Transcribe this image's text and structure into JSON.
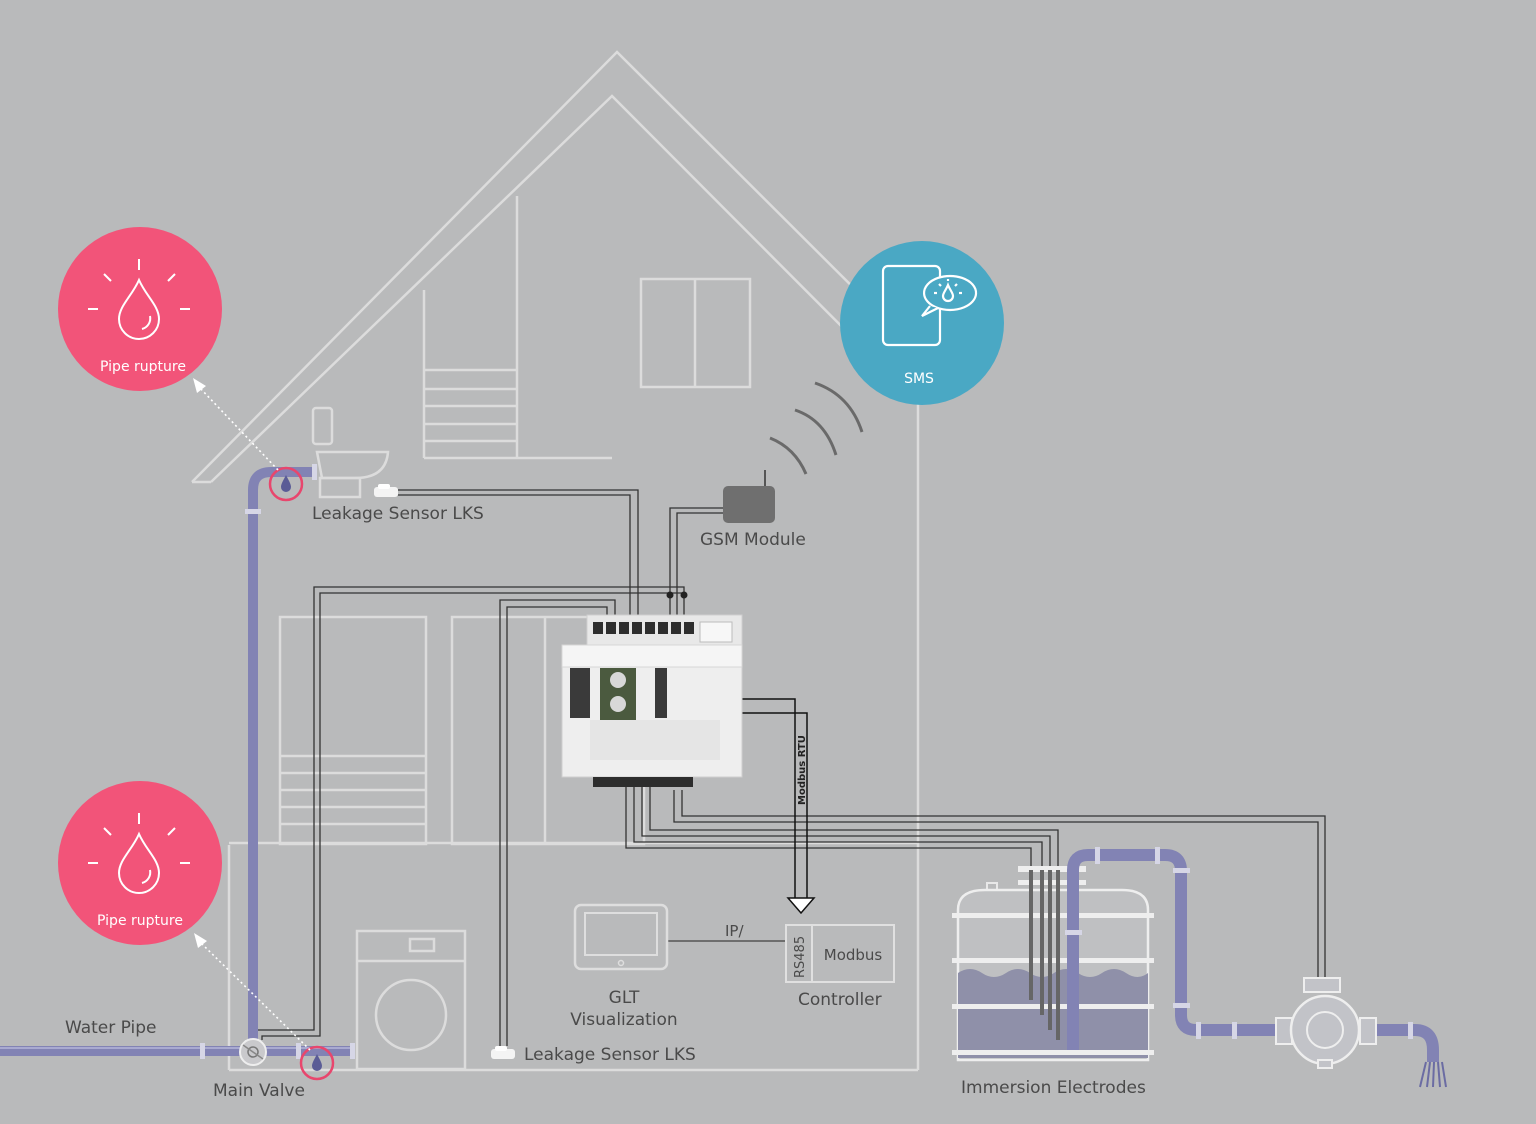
{
  "colors": {
    "background": "#b9babb",
    "house_line": "#dcdcdc",
    "pipe": "#8283b4",
    "alert": "#f25479",
    "sms": "#4aa8c4",
    "wire": "#333333",
    "gsm": "#6f6f6f"
  },
  "badges": {
    "pipe_rupture_top": {
      "label": "Pipe rupture",
      "icon": "water-drop-icon"
    },
    "pipe_rupture_bottom": {
      "label": "Pipe rupture",
      "icon": "water-drop-icon"
    },
    "sms": {
      "label": "SMS",
      "icon": "smartphone-message-icon"
    }
  },
  "labels": {
    "leakage_sensor_top": "Leakage Sensor LKS",
    "leakage_sensor_bottom": "Leakage Sensor LKS",
    "gsm_module": "GSM Module",
    "water_pipe": "Water Pipe",
    "main_valve": "Main Valve",
    "glt_line1": "GLT",
    "glt_line2": "Visualization",
    "ip": "IP/",
    "rs485": "RS485",
    "modbus": "Modbus",
    "controller": "Controller",
    "modbus_rtu": "Modbus RTU",
    "immersion_electrodes": "Immersion Electrodes"
  }
}
